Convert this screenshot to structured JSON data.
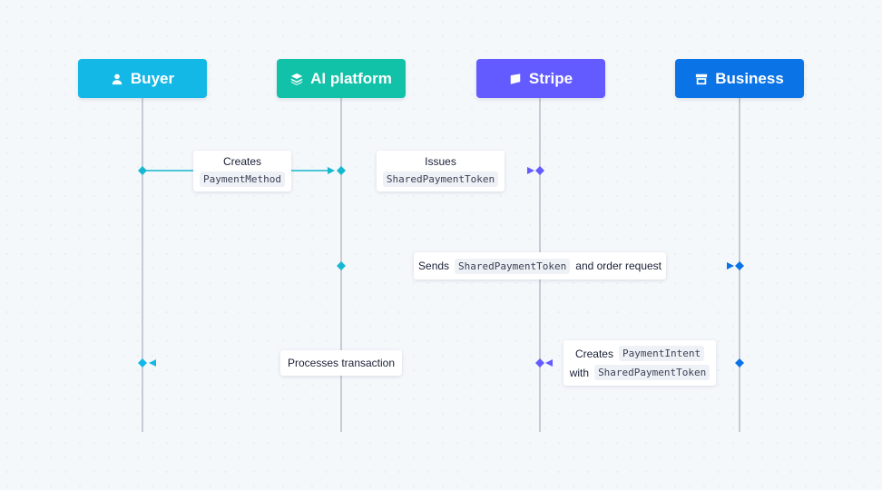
{
  "participants": [
    {
      "id": "buyer",
      "label": "Buyer",
      "icon": "person-icon",
      "color": "#14b8e6"
    },
    {
      "id": "ai",
      "label": "AI platform",
      "icon": "layers-icon",
      "color": "#12c2a8"
    },
    {
      "id": "stripe",
      "label": "Stripe",
      "icon": "stripe-flag-icon",
      "color": "#635bff"
    },
    {
      "id": "business",
      "label": "Business",
      "icon": "store-icon",
      "color": "#0a73e6"
    }
  ],
  "messages": {
    "m1": {
      "line1": "Creates",
      "code1": "PaymentMethod"
    },
    "m2": {
      "line1": "Issues",
      "code1": "SharedPaymentToken"
    },
    "m3": {
      "pre": "Sends",
      "code": "SharedPaymentToken",
      "post": "and order request"
    },
    "m4": {
      "pre": "Creates",
      "code1": "PaymentIntent",
      "with": "with",
      "code2": "SharedPaymentToken"
    },
    "m5": {
      "label": "Processes transaction"
    }
  },
  "colors": {
    "lifeline": "#c5ccd5",
    "teal_arrow": "#14b8d0",
    "purple_arrow": "#635bff",
    "blue_arrow": "#0a73e6"
  }
}
